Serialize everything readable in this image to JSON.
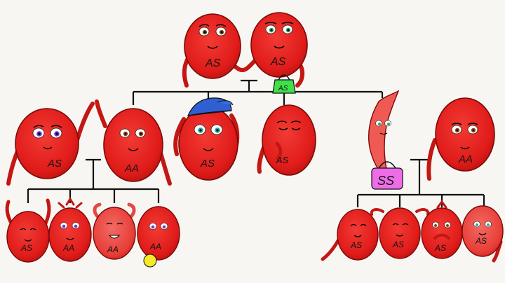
{
  "colors": {
    "cell": "#e8201f",
    "cell_light": "#ee4a47",
    "cell_dark": "#a30f10",
    "sickle": "#f05a55",
    "line": "#111111",
    "hat": "#2f5fd1",
    "bag_green": "#3fe04a",
    "bag_pink": "#ee6ce8",
    "ball": "#f3ea2a"
  },
  "family": {
    "parents": [
      {
        "genotype": "AS",
        "eyes": "brown"
      },
      {
        "genotype": "AS",
        "eyes": "green",
        "accessory": "green-handbag",
        "accessory_label": "AS"
      }
    ],
    "children": [
      {
        "genotype": "AS",
        "eyes": "purple",
        "note": "raising arm"
      },
      {
        "genotype": "AA",
        "eyes": "brown"
      },
      {
        "genotype": "AS",
        "eyes": "green",
        "accessory": "blue-cap"
      },
      {
        "genotype": "AS",
        "eyes": "closed",
        "note": "coughing"
      },
      {
        "genotype": "SS",
        "shape": "sickle",
        "accessory": "pink-handbag"
      },
      {
        "genotype": "AA",
        "eyes": "brown",
        "note": "spouse"
      }
    ],
    "grandchildren_left": [
      {
        "genotype": "AS"
      },
      {
        "genotype": "AA"
      },
      {
        "genotype": "AA"
      },
      {
        "genotype": "AA",
        "accessory": "yellow-ball"
      }
    ],
    "grandchildren_right": [
      {
        "genotype": "AS"
      },
      {
        "genotype": "AS"
      },
      {
        "genotype": "AS"
      },
      {
        "genotype": "AS"
      }
    ]
  }
}
